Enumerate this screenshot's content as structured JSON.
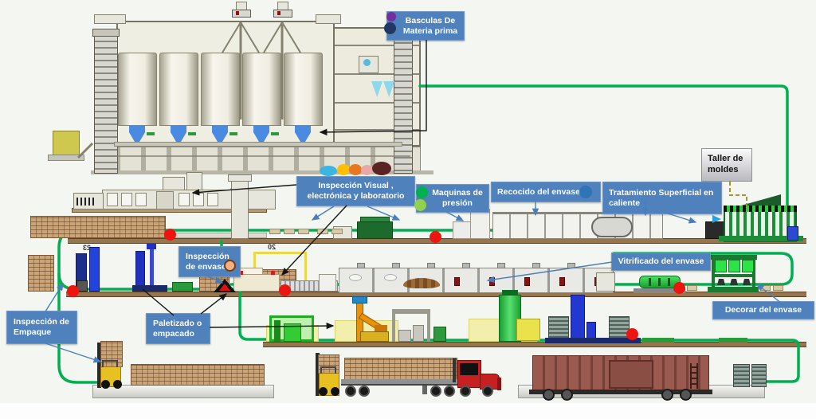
{
  "diagram": {
    "type": "industrial-process-flow",
    "subject": "Planta de fabricación de envases de vidrio",
    "labels": {
      "basculas": "Basculas De\nMateria prima",
      "inspeccion_visual": "Inspección Visual ,\nelectrónica y laboratorio",
      "maquinas_presion": "Maquinas de\npresión",
      "recocido": "Recocido del envase",
      "tratamiento_superficial": "Tratamiento Superficial en\ncaliente",
      "taller_moldes": "Taller de\nmoldes",
      "vitrificado": "Vitrificado del envase",
      "decorar": "Decorar del envase",
      "inspeccion_envase": "Inspección\nde envase",
      "paletizado": "Paletizado o\nempacado",
      "inspeccion_empaque": "Inspección de\nEmpaque"
    },
    "station_numbers": {
      "left_palletizer": "23",
      "right_palletizer": "20"
    },
    "legend_dots": {
      "basculas": [
        "#7030a0",
        "#1f3864"
      ],
      "inspeccion_visual": [
        "#3bb6e0",
        "#ffc000",
        "#e87722",
        "#e8a8a8",
        "#5a2424"
      ],
      "maquinas_presion": [
        "#00b050",
        "#92d050"
      ],
      "recocido": [
        "#2e75b6"
      ],
      "inspeccion_envase": [
        "#f2b183"
      ]
    },
    "markers": {
      "flow_line_color": "#00b050",
      "checkpoint_color": "#ee1511",
      "checkpoint_count": 6,
      "label_bg_color": "#4f81bd",
      "floor_color": "#96764e"
    }
  }
}
